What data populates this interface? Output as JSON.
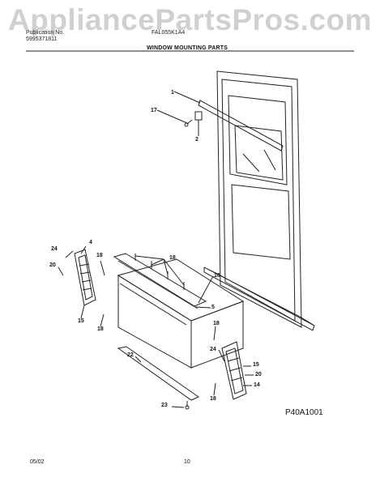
{
  "watermark": "AppliancePartsPros.com",
  "header": {
    "left_line1": "Publication No.",
    "left_line2": "5995371811",
    "model": "FAL055K1A4",
    "title": "WINDOW MOUNTING PARTS"
  },
  "callouts": [
    "1",
    "17",
    "2",
    "4",
    "24",
    "20",
    "18",
    "18",
    "15",
    "18",
    "16",
    "5",
    "18",
    "24",
    "22",
    "15",
    "20",
    "14",
    "18",
    "23"
  ],
  "figure_code": "P40A1001",
  "footer": {
    "date": "05/02",
    "page": "10"
  },
  "colors": {
    "line": "#222222",
    "watermark": "#aaaaaa"
  }
}
